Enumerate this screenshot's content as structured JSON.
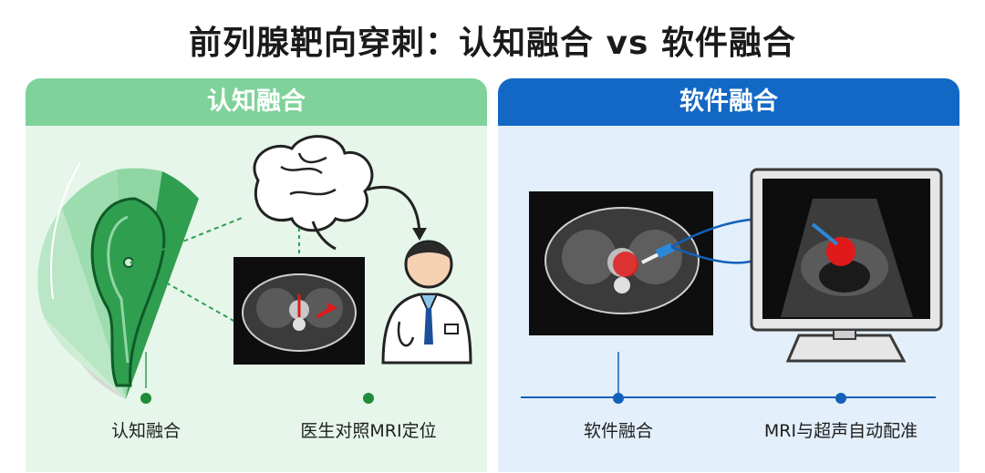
{
  "title": "前列腺靶向穿刺：认知融合 vs 软件融合",
  "left_panel": {
    "heading": "认知融合",
    "accent": "#1f8c3a",
    "steps": [
      {
        "label": "认知融合"
      },
      {
        "label": "医生对照MRI定位"
      }
    ]
  },
  "right_panel": {
    "heading": "软件融合",
    "accent": "#1360b8",
    "steps": [
      {
        "label": "软件融合"
      },
      {
        "label": "MRI与超声自动配准"
      }
    ]
  },
  "icons": [
    "prostate-diagram-icon",
    "brain-icon",
    "ct-scan-icon",
    "doctor-icon",
    "ultrasound-monitor-icon",
    "needle-icon"
  ]
}
